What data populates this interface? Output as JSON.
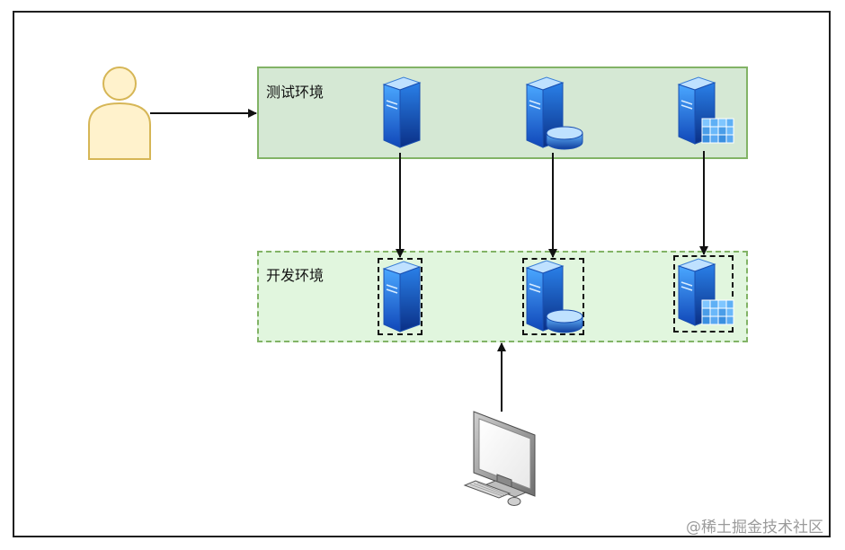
{
  "diagram": {
    "environments": {
      "test": {
        "label": "测试环境"
      },
      "dev": {
        "label": "开发环境"
      }
    },
    "nodes": {
      "user": {
        "icon": "user-icon"
      },
      "workstation": {
        "icon": "computer-workstation-icon"
      },
      "servers": [
        {
          "icon": "server-icon"
        },
        {
          "icon": "database-server-icon"
        },
        {
          "icon": "grid-server-icon"
        }
      ]
    },
    "edges": [
      {
        "from": "user",
        "to": "test-environment"
      },
      {
        "from": "test-server",
        "to": "dev-server"
      },
      {
        "from": "test-database-server",
        "to": "dev-database-server"
      },
      {
        "from": "test-grid-server",
        "to": "dev-grid-server"
      },
      {
        "from": "workstation",
        "to": "dev-environment"
      }
    ],
    "colors": {
      "test_fill": "#d5e8d4",
      "test_border": "#82b366",
      "dev_fill": "#e1f6de",
      "user_fill": "#fff2cc",
      "user_border": "#d6b656",
      "server_blue": "#1d6fd6"
    }
  },
  "watermark": "@稀土掘金技术社区"
}
